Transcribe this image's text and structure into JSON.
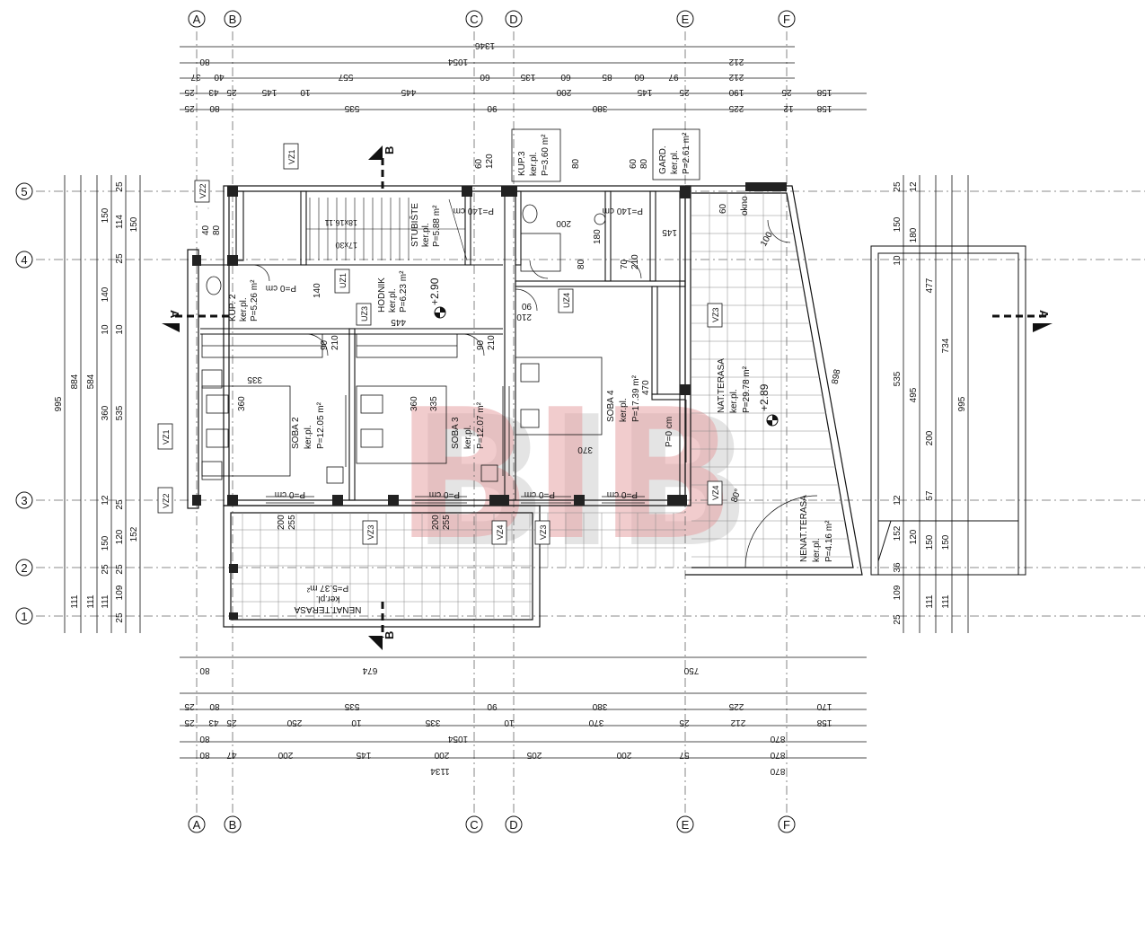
{
  "axes_vertical": [
    "A",
    "B",
    "C",
    "D",
    "E",
    "F"
  ],
  "axes_horizontal": [
    "5",
    "4",
    "3",
    "2",
    "1"
  ],
  "section_markers": {
    "b": "B",
    "a": "A"
  },
  "watermark": {
    "text": "BIB",
    "color": "#e7a3a6",
    "shadow": "#cfcfcf"
  },
  "top_dims": {
    "row1": [
      "1346"
    ],
    "row2": [
      "80",
      "1054",
      "212"
    ],
    "row3": [
      "37",
      "40",
      "557",
      "60",
      "135",
      "60",
      "85",
      "60",
      "97",
      "212"
    ],
    "row4": [
      "25",
      "43",
      "25",
      "145",
      "10",
      "445",
      "200",
      "145",
      "25",
      "190",
      "25",
      "158"
    ],
    "row5": [
      "25",
      "80",
      "535",
      "90",
      "380",
      "225",
      "12",
      "158"
    ]
  },
  "bottom_dims": {
    "row0": [
      "80",
      "674",
      "750"
    ],
    "row1": [
      "25",
      "80",
      "535",
      "90",
      "380",
      "225",
      "170"
    ],
    "row2": [
      "25",
      "43",
      "25",
      "250",
      "10",
      "335",
      "10",
      "370",
      "25",
      "212",
      "158"
    ],
    "row3": [
      "80",
      "1054",
      "870"
    ],
    "row4": [
      "80",
      "47",
      "200",
      "145",
      "200",
      "205",
      "200",
      "57",
      "870"
    ],
    "row5": [
      "1134",
      "870"
    ]
  },
  "left_dims": {
    "col1": [
      "995"
    ],
    "col2": [
      "884",
      "111"
    ],
    "col3": [
      "584",
      "111"
    ],
    "col4": [
      "150",
      "140",
      "10",
      "360",
      "12",
      "150",
      "25",
      "111"
    ],
    "col5": [
      "25",
      "114",
      "25",
      "10",
      "535",
      "25",
      "120",
      "25",
      "109",
      "25"
    ],
    "col6": [
      "150",
      "152"
    ]
  },
  "right_dims": {
    "col1": [
      "25",
      "150",
      "10",
      "535",
      "12",
      "152",
      "36",
      "109",
      "25"
    ],
    "col2": [
      "12",
      "180",
      "495",
      "200",
      "57",
      "120",
      "150",
      "111"
    ],
    "col3": [
      "477",
      "150",
      "111"
    ],
    "col4": [
      "734"
    ],
    "col5": [
      "995"
    ],
    "diag": "898"
  },
  "rooms": [
    {
      "name": "STUBIŠTE",
      "floor": "ker.pl.",
      "area": "P=5.88 m²",
      "extra": "17x30",
      "extra2": "18x16.11"
    },
    {
      "name": "KUP.3",
      "floor": "ker.pl.",
      "area": "P=3.60 m²"
    },
    {
      "name": "GARD.",
      "floor": "ker.pl.",
      "area": "P=2.61 m²"
    },
    {
      "name": "KUP. 2",
      "floor": "ker.pl.",
      "area": "P=5.26 m²"
    },
    {
      "name": "HODNIK",
      "floor": "ker.pl.",
      "area": "P=6.23 m²"
    },
    {
      "name": "SOBA 2",
      "floor": "ker.pl.",
      "area": "P=12.05 m²"
    },
    {
      "name": "SOBA 3",
      "floor": "ker.pl.",
      "area": "P=12.07 m²"
    },
    {
      "name": "SOBA 4",
      "floor": "ker.pl.",
      "area": "P=17.39 m²"
    },
    {
      "name": "NAT.TERASA",
      "floor": "ker.pl.",
      "area": "P=29.78 m²"
    },
    {
      "name": "NENAT.TERASA",
      "floor": "ker.pl.",
      "area": "P=4.16 m²"
    },
    {
      "name": "NENAT.TERASA",
      "floor": "ker.pl.",
      "area": "P=5.37 m²"
    }
  ],
  "elevations": [
    "+2.90",
    "+2.89"
  ],
  "tags": [
    "VZ1",
    "VZ2",
    "UZ1",
    "UZ3",
    "UZ4",
    "VZ3",
    "VZ4",
    "VZ1",
    "VZ2",
    "VZ3",
    "VZ4",
    "VZ3"
  ],
  "interior_dims": [
    "335",
    "360",
    "335",
    "360",
    "370",
    "470",
    "445",
    "140",
    "90",
    "210",
    "90",
    "210",
    "90",
    "210",
    "200",
    "145",
    "180",
    "60",
    "80",
    "70",
    "210",
    "120",
    "60",
    "80",
    "60",
    "80",
    "200",
    "255",
    "200",
    "255",
    "P=0 cm",
    "P=0 cm",
    "P=0 cm",
    "P=0 cm",
    "P=0 cm",
    "P=140 cm",
    "P=140 cm",
    "80",
    "40",
    "P=0 cm",
    "okno",
    "100",
    "80°"
  ]
}
